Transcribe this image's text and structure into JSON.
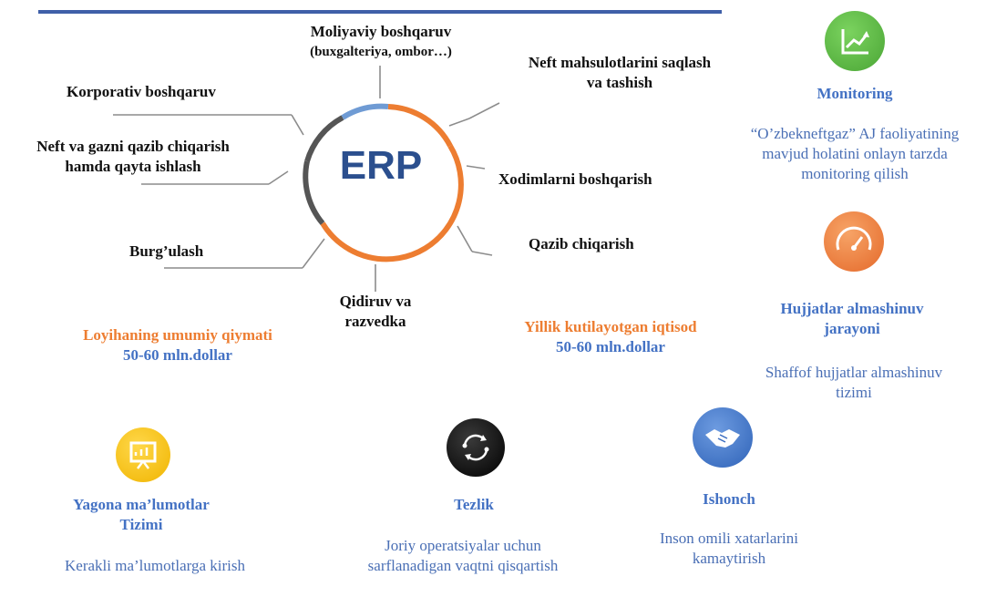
{
  "erp_label": "ERP",
  "spokes": {
    "moliyaviy_title": "Moliyaviy boshqaruv",
    "moliyaviy_sub": "(buxgalteriya, ombor…)",
    "neft_saqlash_1": "Neft mahsulotlarini saqlash",
    "neft_saqlash_2": "va tashish",
    "korporativ": "Korporativ boshqaruv",
    "neft_gaz_1": "Neft va gazni qazib chiqarish",
    "neft_gaz_2": "hamda qayta ishlash",
    "xodimlar": "Xodimlarni boshqarish",
    "burgulash": "Burg’ulash",
    "qazib": "Qazib chiqarish",
    "qidiruv_1": "Qidiruv va",
    "qidiruv_2": "razvedka"
  },
  "stats": {
    "loyiha_label": "Loyihaning umumiy qiymati",
    "loyiha_value": "50-60 mln.dollar",
    "yillik_label": "Yillik kutilayotgan iqtisod",
    "yillik_value": "50-60 mln.dollar"
  },
  "features": {
    "monitoring_title": "Monitoring",
    "monitoring_desc": "“O’zbekneftgaz” AJ faoliyatining mavjud holatini onlayn tarzda monitoring qilish",
    "hujjat_title_1": "Hujjatlar almashinuv",
    "hujjat_title_2": "jarayoni",
    "hujjat_desc": "Shaffof hujjatlar almashinuv tizimi",
    "yagona_title_1": "Yagona ma’lumotlar",
    "yagona_title_2": "Tizimi",
    "yagona_desc": "Kerakli ma’lumotlarga kirish",
    "tezlik_title": "Tezlik",
    "tezlik_desc": "Joriy operatsiyalar uchun sarflanadigan vaqtni qisqartish",
    "ishonch_title": "Ishonch",
    "ishonch_desc": "Inson omili xatarlarini kamaytirish"
  },
  "icons": {
    "monitoring": "line-chart-icon",
    "hujjat": "speedometer-icon",
    "yagona": "presentation-board-icon",
    "tezlik": "cycle-arrows-icon",
    "ishonch": "handshake-icon"
  },
  "colors": {
    "blue": "#4472c4",
    "orange": "#ed7d31",
    "green": "#5bb646",
    "gray": "#555555"
  }
}
